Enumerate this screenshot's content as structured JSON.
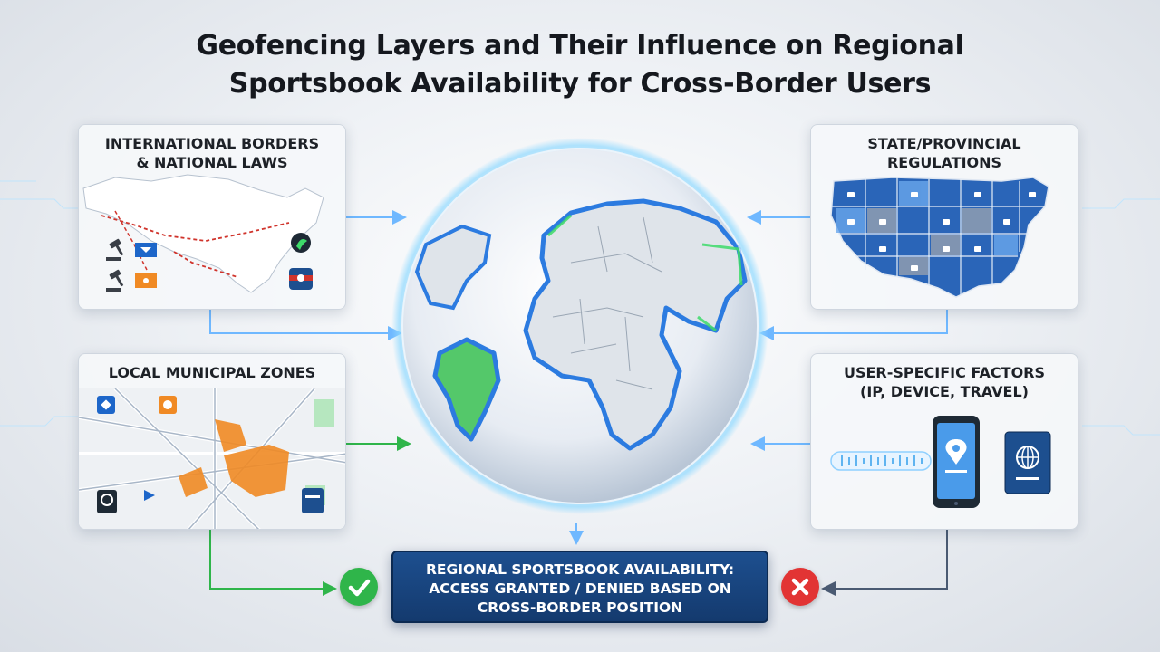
{
  "title": "Geofencing Layers and Their Influence on Regional\nSportsbook Availability for Cross-Border Users",
  "panels": {
    "international": {
      "title": "INTERNATIONAL BORDERS\n& NATIONAL LAWS"
    },
    "state": {
      "title": "STATE/PROVINCIAL\nREGULATIONS"
    },
    "local": {
      "title": "LOCAL MUNICIPAL ZONES"
    },
    "user": {
      "title": "USER-SPECIFIC FACTORS\n(IP, DEVICE, TRAVEL)"
    }
  },
  "result": {
    "text": "REGIONAL SPORTSBOOK AVAILABILITY:\nACCESS GRANTED / DENIED BASED ON\nCROSS-BORDER POSITION"
  },
  "icons": {
    "granted": "check-circle-icon",
    "denied": "x-circle-icon"
  },
  "colors": {
    "accent_blue": "#1d4f8f",
    "granted_green": "#2fb54a",
    "denied_red": "#e23434",
    "zone_orange": "#f08a24",
    "border_red": "#d0342c",
    "glow_cyan": "#6fd3ff"
  }
}
